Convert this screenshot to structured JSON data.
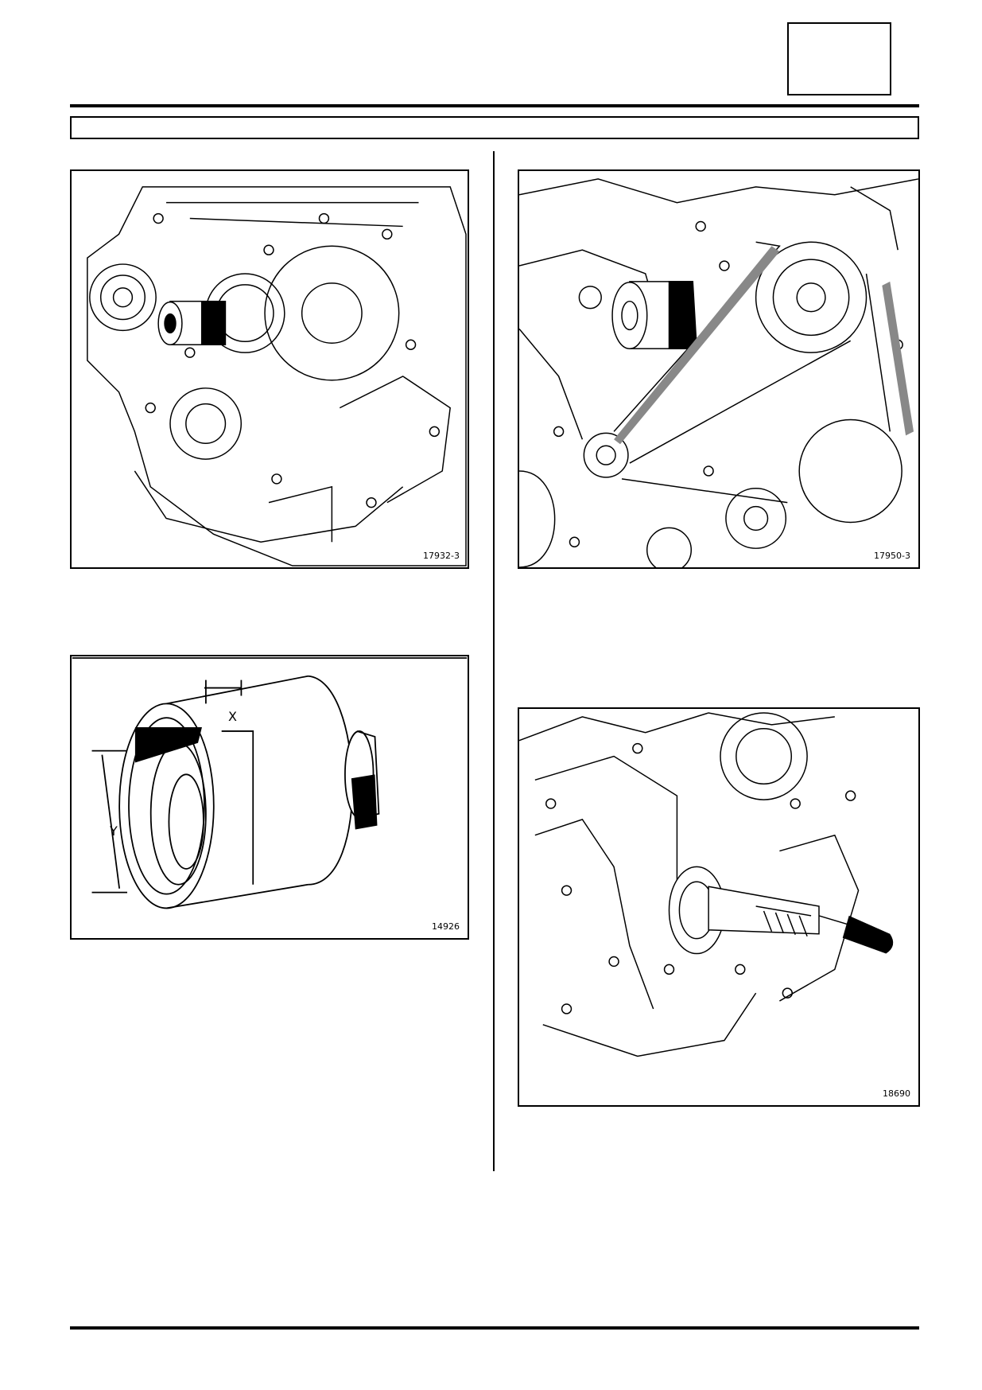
{
  "header": {
    "page_box_text": "",
    "title_bar_text": ""
  },
  "figures": [
    {
      "ref": "17932-3",
      "alt": "engine-timing-gear-with-tool"
    },
    {
      "ref": "14926"
    },
    {
      "ref": "17950-3"
    },
    {
      "ref": "18690"
    }
  ],
  "tool_dims": {
    "x_label": "X",
    "y_label": "Y"
  }
}
